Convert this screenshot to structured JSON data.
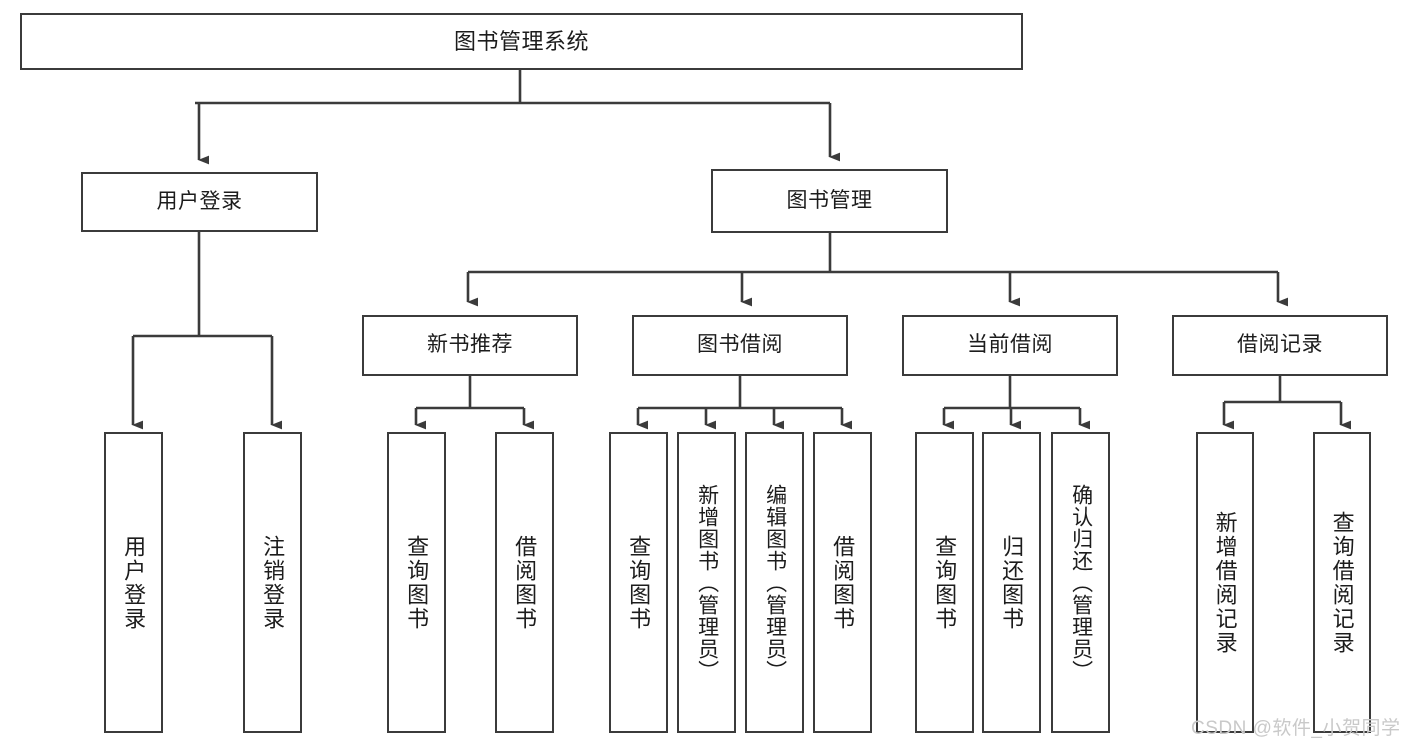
{
  "diagram": {
    "type": "tree-hierarchy-chart",
    "title": "图书管理系统",
    "watermark": "CSDN @软件_小贺同学",
    "colors": {
      "box_border": "#3b3b3b",
      "box_fill": "#ffffff",
      "connector": "#3b3b3b",
      "text": "#1c1c1c",
      "watermark": "#c9c9c9",
      "background": "#ffffff"
    },
    "levels": {
      "root": "图书管理系统",
      "level2": [
        "用户登录",
        "图书管理"
      ],
      "level3": [
        "新书推荐",
        "图书借阅",
        "当前借阅",
        "借阅记录"
      ]
    },
    "nodes": {
      "root": {
        "label": "图书管理系统"
      },
      "user_login": {
        "label": "用户登录"
      },
      "book_manage": {
        "label": "图书管理"
      },
      "new_book_rec": {
        "label": "新书推荐"
      },
      "book_borrow": {
        "label": "图书借阅"
      },
      "current_borrow": {
        "label": "当前借阅"
      },
      "borrow_record": {
        "label": "借阅记录"
      }
    },
    "leaves": {
      "user_login": [
        {
          "label": "用户登录"
        },
        {
          "label": "注销登录"
        }
      ],
      "new_book_rec": [
        {
          "label": "查询图书"
        },
        {
          "label": "借阅图书"
        }
      ],
      "book_borrow": [
        {
          "label": "查询图书"
        },
        {
          "label": "新增图书（管理员）"
        },
        {
          "label": "编辑图书（管理员）"
        },
        {
          "label": "借阅图书"
        }
      ],
      "current_borrow": [
        {
          "label": "查询图书"
        },
        {
          "label": "归还图书"
        },
        {
          "label": "确认归还（管理员）"
        }
      ],
      "borrow_record": [
        {
          "label": "新增借阅记录"
        },
        {
          "label": "查询借阅记录"
        }
      ]
    },
    "edges": [
      {
        "from": "图书管理系统",
        "to": "用户登录"
      },
      {
        "from": "图书管理系统",
        "to": "图书管理"
      },
      {
        "from": "图书管理",
        "to": "新书推荐"
      },
      {
        "from": "图书管理",
        "to": "图书借阅"
      },
      {
        "from": "图书管理",
        "to": "当前借阅"
      },
      {
        "from": "图书管理",
        "to": "借阅记录"
      },
      {
        "from": "用户登录",
        "to": "用户登录"
      },
      {
        "from": "用户登录",
        "to": "注销登录"
      },
      {
        "from": "新书推荐",
        "to": "查询图书"
      },
      {
        "from": "新书推荐",
        "to": "借阅图书"
      },
      {
        "from": "图书借阅",
        "to": "查询图书"
      },
      {
        "from": "图书借阅",
        "to": "新增图书（管理员）"
      },
      {
        "from": "图书借阅",
        "to": "编辑图书（管理员）"
      },
      {
        "from": "图书借阅",
        "to": "借阅图书"
      },
      {
        "from": "当前借阅",
        "to": "查询图书"
      },
      {
        "from": "当前借阅",
        "to": "归还图书"
      },
      {
        "from": "当前借阅",
        "to": "确认归还（管理员）"
      },
      {
        "from": "借阅记录",
        "to": "新增借阅记录"
      },
      {
        "from": "借阅记录",
        "to": "查询借阅记录"
      }
    ]
  }
}
